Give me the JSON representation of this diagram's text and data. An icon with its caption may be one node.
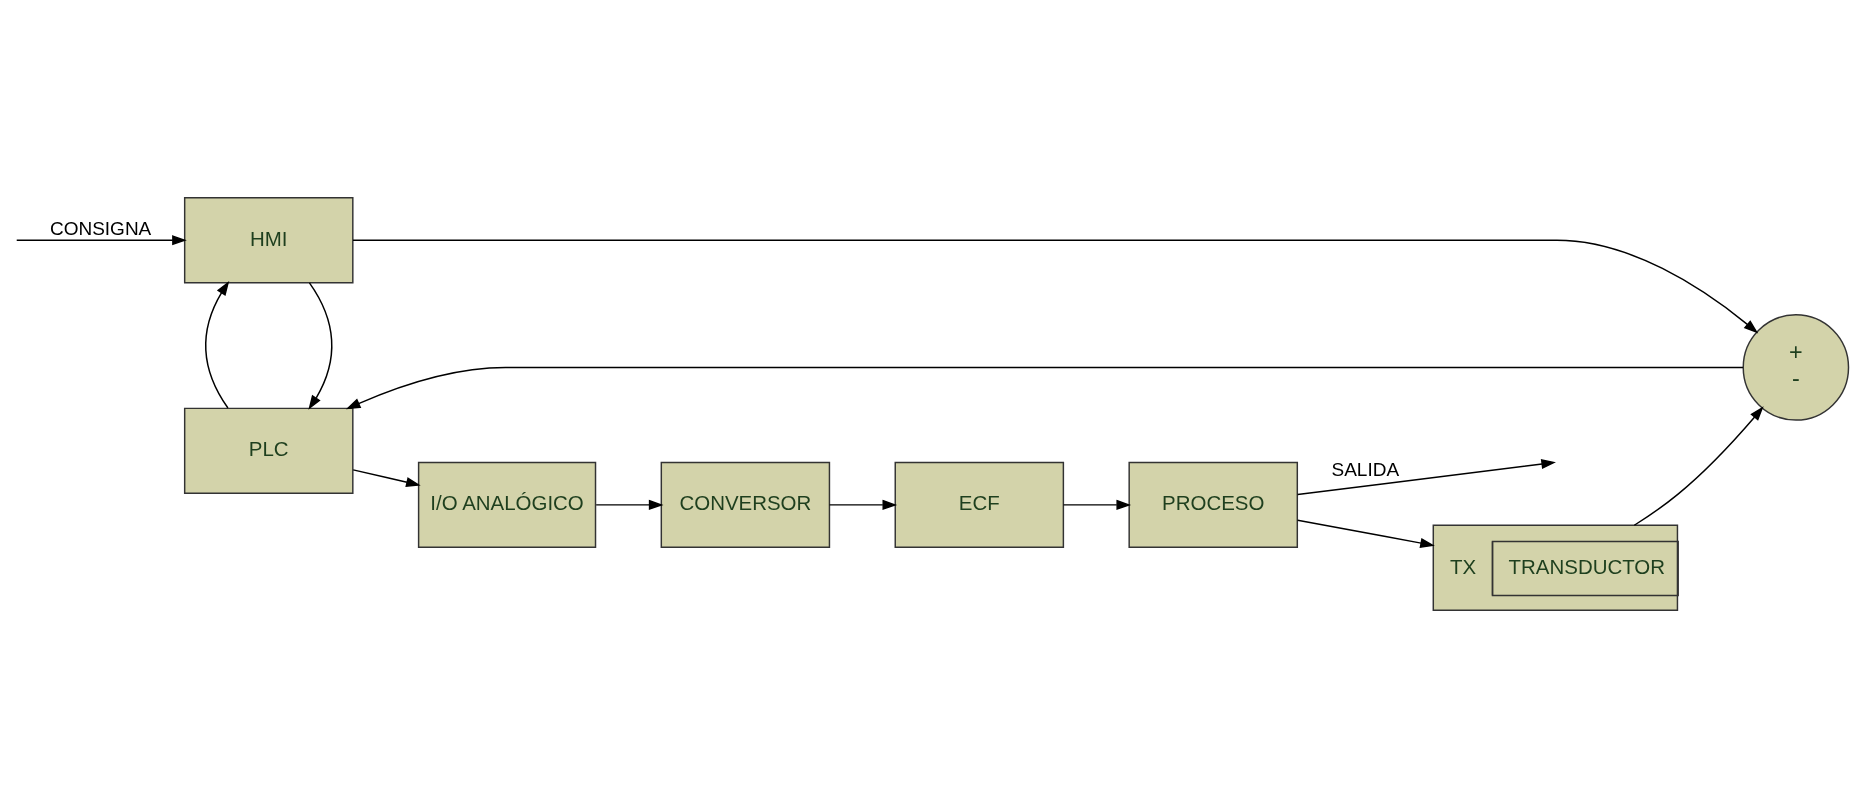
{
  "diagram": {
    "nodes": [
      {
        "text": [
          "HMI"
        ]
      },
      {
        "text": [
          "+",
          "-"
        ]
      },
      {
        "text": [
          "PLC"
        ]
      },
      {
        "text": [
          "I/O ANALÓGICO"
        ]
      },
      {
        "text": [
          "CONVERSOR"
        ]
      },
      {
        "text": [
          "ECF"
        ]
      },
      {
        "text": [
          "PROCESO"
        ]
      },
      {
        "text": [
          "TX",
          "TRANSDUCTOR"
        ]
      }
    ],
    "edges": [
      {
        "from": null,
        "to": 0,
        "arrow": "to",
        "label": "CONSIGNA"
      },
      {
        "from": 0,
        "to": 1,
        "arrow": "to"
      },
      {
        "from": 0,
        "to": 2,
        "arrow": "to"
      },
      {
        "from": 2,
        "to": 0,
        "arrow": "to"
      },
      {
        "from": 1,
        "to": 2,
        "arrow": "to"
      },
      {
        "from": 2,
        "to": 3,
        "arrow": "to"
      },
      {
        "from": 3,
        "to": 4,
        "arrow": "to"
      },
      {
        "from": 4,
        "to": 5,
        "arrow": "to"
      },
      {
        "from": 5,
        "to": 6,
        "arrow": "to"
      },
      {
        "from": 6,
        "to": null,
        "arrow": "to",
        "label": "SALIDA"
      },
      {
        "from": 6,
        "to": 7,
        "arrow": "to"
      },
      {
        "from": 7,
        "to": 1,
        "arrow": "to"
      }
    ]
  }
}
